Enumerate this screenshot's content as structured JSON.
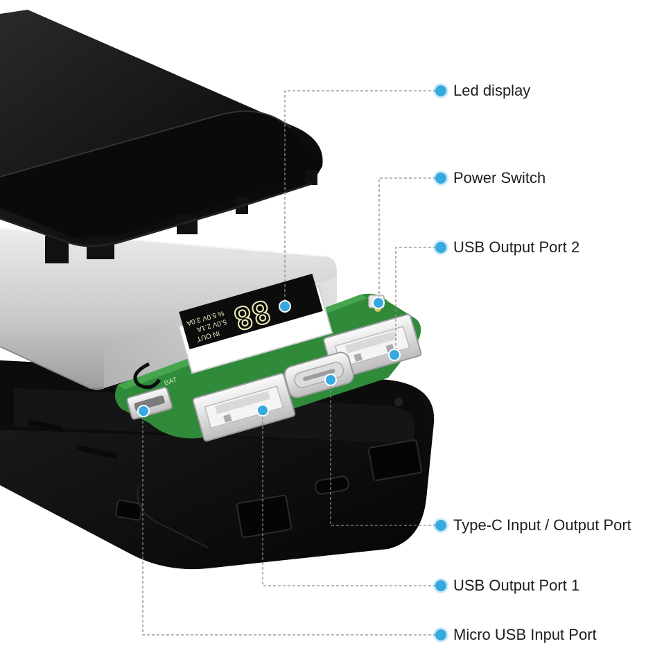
{
  "diagram": {
    "accent_color": "#35a9e0",
    "callouts": [
      {
        "id": "led-display",
        "label": "Led display"
      },
      {
        "id": "power-switch",
        "label": "Power Switch"
      },
      {
        "id": "usb-output-port-2",
        "label": "USB Output Port 2"
      },
      {
        "id": "type-c-port",
        "label": "Type-C Input / Output Port"
      },
      {
        "id": "usb-output-port-1",
        "label": "USB Output Port 1"
      },
      {
        "id": "micro-usb-input-port",
        "label": "Micro USB Input Port"
      }
    ],
    "led_screen": {
      "row1": "% 5.0V 3.0A",
      "row2": "5.0V 2.1A",
      "row3": "IN  OUT",
      "digits": "88"
    },
    "pcb_silkscreen": "BAT"
  }
}
